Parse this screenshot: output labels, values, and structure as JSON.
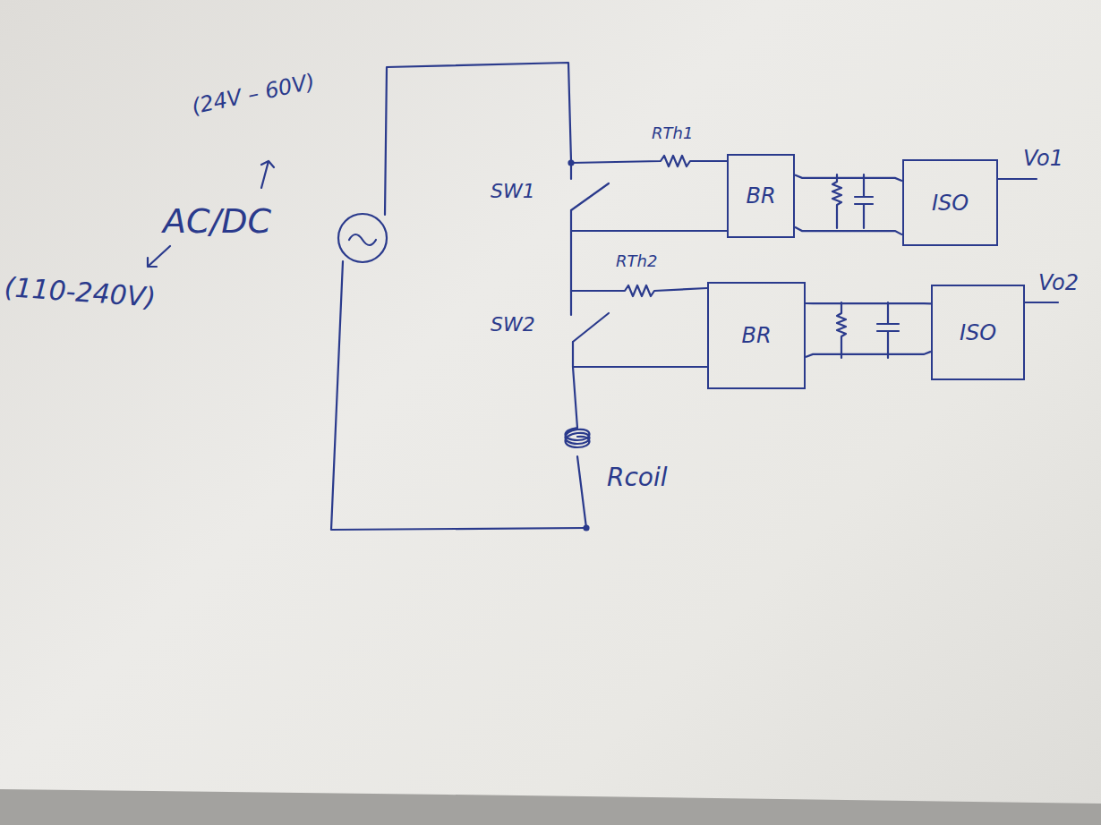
{
  "diagram": {
    "nodes": [
      {
        "text": [
          "BR"
        ]
      },
      {
        "text": [
          "ISO"
        ]
      },
      {
        "text": [
          "BR"
        ]
      },
      {
        "text": [
          "ISO"
        ]
      }
    ],
    "edges": [
      {
        "from": 0,
        "to": 1,
        "arrow": "none"
      },
      {
        "from": 0,
        "to": 1,
        "arrow": "none"
      },
      {
        "from": 2,
        "to": 3,
        "arrow": "none"
      },
      {
        "from": 2,
        "to": 3,
        "arrow": "none"
      }
    ],
    "labels": [
      "(24V – 60V)",
      "AC/DC",
      "(110-240V)",
      "SW1",
      "SW2",
      "RTh1",
      "RTh2",
      "Rcoil",
      "Vo1",
      "Vo2"
    ]
  }
}
